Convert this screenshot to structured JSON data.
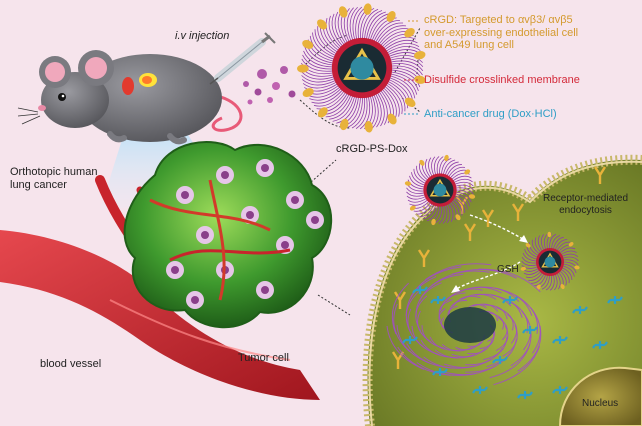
{
  "labels": {
    "injection": "i.v injection",
    "model": "Orthotopic human lung cancer",
    "model_line1": "Orthotopic human",
    "model_line2": "lung cancer",
    "nanoparticle": "cRGD-PS-Dox",
    "blood_vessel": "blood vessel",
    "tumor_cell": "Tumor cell",
    "endocytosis": "Receptor-mediated endocytosis",
    "endocytosis_line1": "Receptor-mediated",
    "endocytosis_line2": "endocytosis",
    "gsh": "GSH",
    "nucleus": "Nucleus"
  },
  "legend": [
    {
      "text": "cRGD: Targeted to αvβ3/ αvβ5 over-expressing endothelial cell and A549 lung cell",
      "line1": "cRGD: Targeted to αvβ3/ αvβ5",
      "line2": "over-expressing endothelial cell",
      "line3": "and A549 lung cell",
      "color": "#d49a2e"
    },
    {
      "text": "Disulfide crosslinked membrane",
      "color": "#d42a3a"
    },
    {
      "text": "Anti-cancer drug (Dox·HCl)",
      "color": "#2f9ec6"
    }
  ],
  "colors": {
    "background": "#f6e4ec",
    "mouse": "#6e6e73",
    "tumor": "#3f9a2e",
    "cell": "#8a9a3a",
    "nucleus": "#8a7a32",
    "vessel": "#c8242c"
  }
}
